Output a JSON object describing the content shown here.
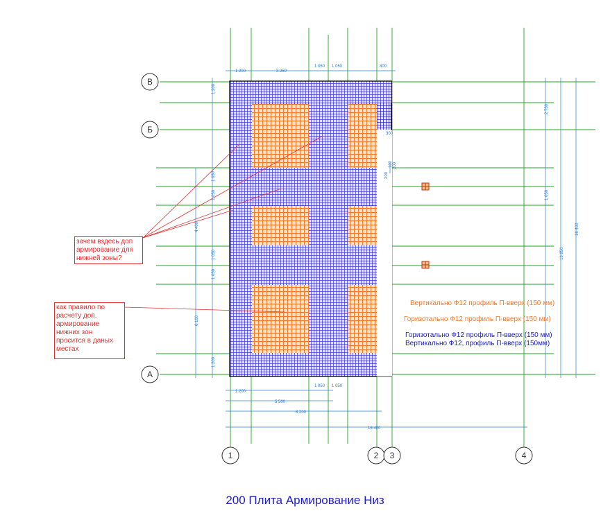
{
  "title": "200 Плита Армирование Низ",
  "axes": {
    "rows": [
      "В",
      "Б",
      "А"
    ],
    "columns": [
      "1",
      "2",
      "3",
      "4"
    ]
  },
  "dimensions": {
    "top": [
      "1 200",
      "3 250",
      "1 050",
      "1 050",
      "800"
    ],
    "left_chain": [
      "1 200",
      "1 050",
      "1 050",
      "1 050",
      "1 050",
      "1 200"
    ],
    "left_overall": [
      "4 400",
      "6 100"
    ],
    "bottom": [
      "1 200",
      "5 500",
      "1 050",
      "1 050",
      "8 200",
      "16 400"
    ],
    "right": [
      "2 750",
      "1 050",
      "13 850",
      "16 400"
    ],
    "small": [
      "300",
      "200",
      "100",
      "200"
    ]
  },
  "notes": [
    "зачем вздесь доп армирование для нижней зоны?",
    "как правило по расчету доп. армирование нижних зон просится в даных местах"
  ],
  "legend": [
    {
      "text": "Вертикально Ф12 профиль П-вверх (150 мм)",
      "color": "#f07a2a"
    },
    {
      "text": "Горизотально Ф12 профиль П-вверх (150 мм)",
      "color": "#f07a2a"
    },
    {
      "text": "Горизотально Ф12 профиль П-вверх (150 мм)",
      "color": "#2020c8"
    },
    {
      "text": "Вертикально Ф12, профиль П-вверх (150мм)",
      "color": "#2020c8"
    }
  ],
  "colors": {
    "axis_line": "#1fa51f",
    "dimension": "#2a7fd0",
    "mesh_blue": "#2828c8",
    "mesh_orange": "#f07a2a",
    "annotation": "#e03030",
    "title": "#2020c8"
  }
}
